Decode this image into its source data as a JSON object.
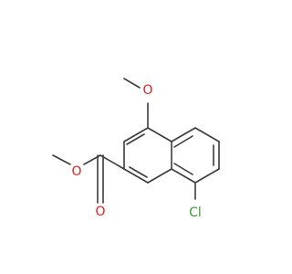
{
  "molecule": {
    "atoms": [
      {
        "id": "c8",
        "label": "Cl",
        "color": "#3a9b3a"
      },
      {
        "id": "o_methoxy",
        "label": "O",
        "color": "#e02020"
      },
      {
        "id": "o_ester_single",
        "label": "O",
        "color": "#e02020"
      },
      {
        "id": "o_carbonyl",
        "label": "O",
        "color": "#e02020"
      }
    ],
    "bond_color": "#3c3c3c"
  }
}
